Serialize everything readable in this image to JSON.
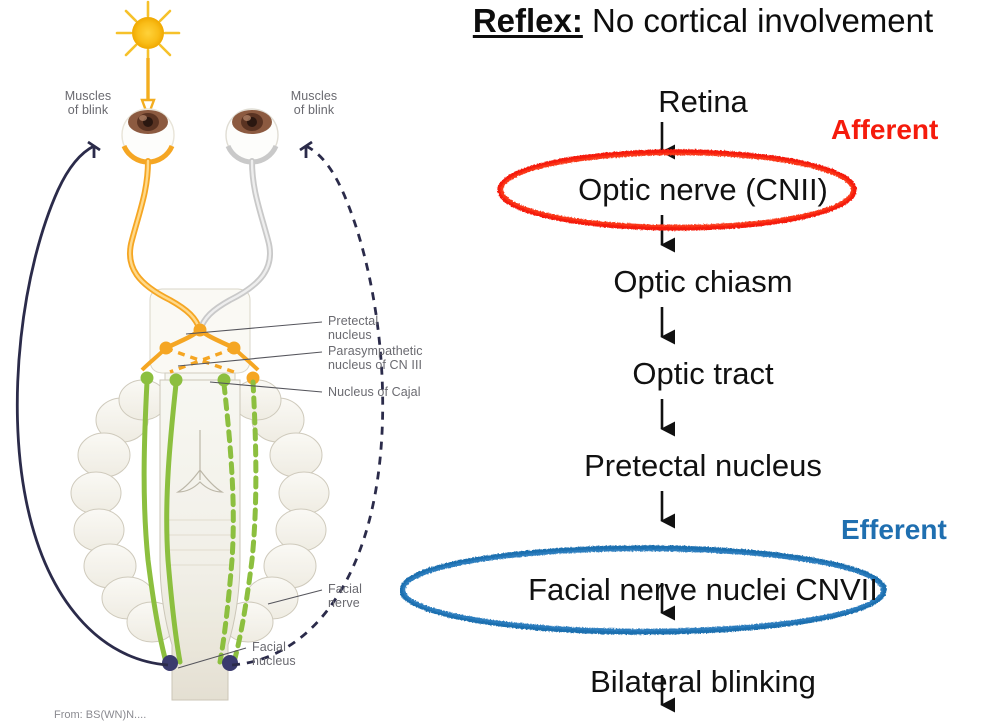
{
  "slide": {
    "title": {
      "keyword": "Reflex:",
      "rest": " No cortical involvement"
    }
  },
  "colors": {
    "afferent_red": "#f51b0c",
    "efferent_blue": "#1f6fb0",
    "text_black": "#111111",
    "anat_label_gray": "#6a6a70",
    "stimulated_orange": "#f5a623",
    "unstimulated_gray": "#c9c9c9",
    "pathway_green": "#8cbf3f",
    "facial_nerve_navy": "#2b2b4a"
  },
  "flow": {
    "nodes": [
      {
        "label": "Retina",
        "circled": "none"
      },
      {
        "label": "Optic nerve (CNII)",
        "circled": "red"
      },
      {
        "label": "Optic chiasm",
        "circled": "none"
      },
      {
        "label": "Optic tract",
        "circled": "none"
      },
      {
        "label": "Pretectal nucleus",
        "circled": "none"
      },
      {
        "label": "Facial nerve nuclei CNVII",
        "circled": "blue"
      },
      {
        "label": "Bilateral blinking",
        "circled": "none"
      }
    ],
    "annotations": {
      "afferent": "Afferent",
      "efferent": "Efferent"
    }
  },
  "illustration": {
    "light_source": "sun-icon",
    "labels": [
      {
        "text": "Muscles\nof blink"
      },
      {
        "text": "Muscles\nof blink"
      },
      {
        "text": "Pretectal\nnucleus"
      },
      {
        "text": "Parasympathetic\nnucleus of CN III"
      },
      {
        "text": "Nucleus of Cajal"
      },
      {
        "text": "Facial\nnerve"
      },
      {
        "text": "Facial\nnucleus"
      }
    ],
    "attribution": "From: BS(WN)N...."
  }
}
